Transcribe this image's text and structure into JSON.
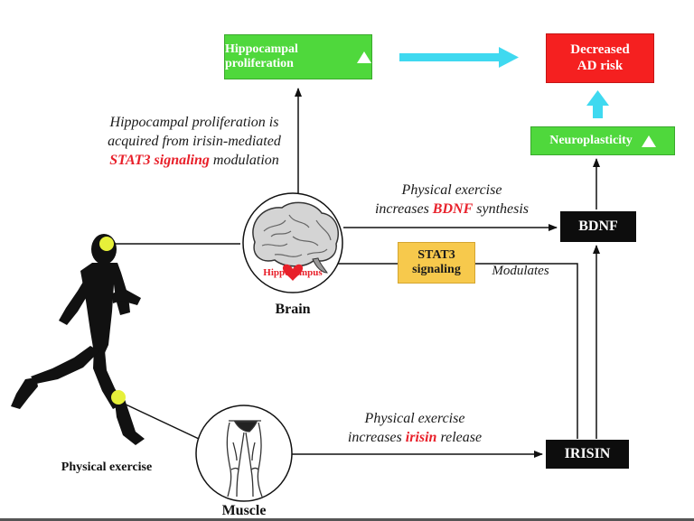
{
  "boxes": {
    "hippocampal_proliferation": "Hippocampal proliferation",
    "decreased_ad_risk": "Decreased AD risk",
    "neuroplasticity": "Neuroplasticity",
    "bdnf": "BDNF",
    "stat3_signaling": "STAT3 signaling",
    "irisin": "IRISIN"
  },
  "notes": {
    "stat3_note": {
      "line1": "Hippocampal proliferation is",
      "line2": "acquired from irisin-mediated",
      "highlight": "STAT3 signaling",
      "rest": " modulation"
    },
    "bdnf_note": {
      "line1": "Physical exercise",
      "prefix": "increases ",
      "highlight": "BDNF",
      "rest": " synthesis"
    },
    "irisin_note": {
      "line1": "Physical exercise",
      "prefix": "increases ",
      "highlight": "irisin",
      "rest": " release"
    },
    "modulates": "Modulates"
  },
  "labels": {
    "brain": "Brain",
    "hippocampus": "Hippocampus",
    "muscle": "Muscle",
    "physical_exercise": "Physical exercise"
  },
  "colors": {
    "green_box": "#4fd83c",
    "red_box": "#f52020",
    "yellow_box": "#f7c94c",
    "black_box": "#0d0d0d",
    "cyan_arrow": "#3fd9f0",
    "highlight_text": "#e8202a",
    "highlight_dot": "#e6f03a"
  }
}
